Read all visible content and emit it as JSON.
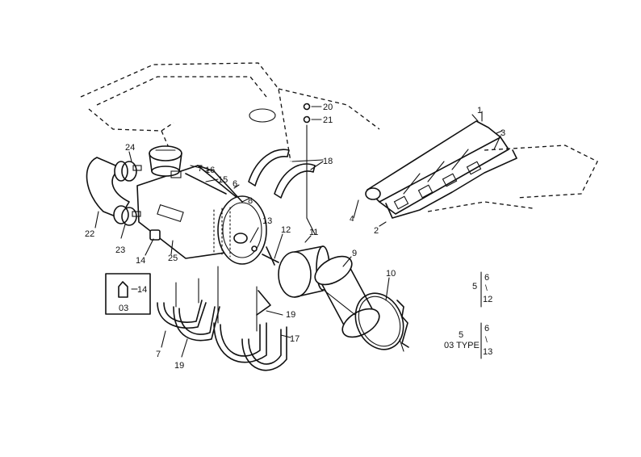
{
  "callouts": {
    "c1": "1",
    "c2": "2",
    "c3": "3",
    "c4": "4",
    "c6": "6",
    "c7a": "7",
    "c7b": "7",
    "c8": "8",
    "c9": "9",
    "c10": "10",
    "c11": "11",
    "c12": "12",
    "c13": "13",
    "c14a": "14",
    "c14b": "14",
    "c15": "15",
    "c16": "16",
    "c17": "17",
    "c18": "18",
    "c19a": "19",
    "c19b": "19",
    "c20": "20",
    "c21": "21",
    "c22": "22",
    "c23": "23",
    "c24": "24",
    "c25": "25"
  },
  "inset": {
    "part": "14",
    "variant": "03"
  },
  "ref_table": {
    "row1": {
      "left": "5",
      "top": "6",
      "mid": "\\",
      "bottom": "12"
    },
    "row2": {
      "left_top": "5",
      "left_bottom": "03 TYPE",
      "top": "6",
      "mid": "\\",
      "bottom": "13"
    }
  }
}
